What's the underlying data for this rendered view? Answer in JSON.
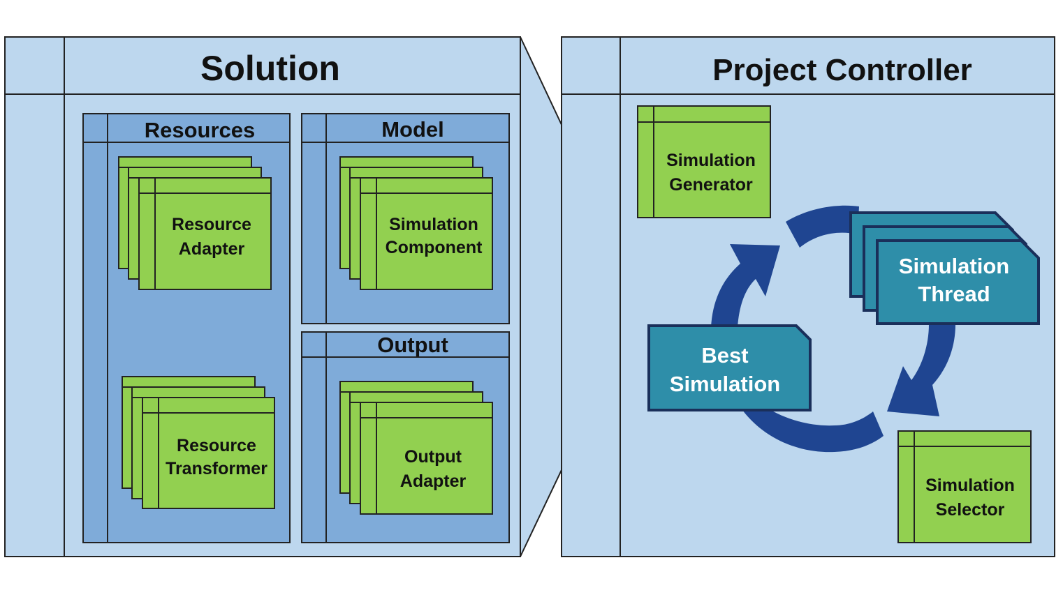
{
  "colors": {
    "outer_bg": "#bdd7ee",
    "group_bg": "#7fabd9",
    "component_fill": "#92d050",
    "thread_fill": "#2e8ea9",
    "arrow_fill": "#1f4591",
    "stroke": "#222222"
  },
  "solution": {
    "title": "Solution",
    "resources": {
      "title": "Resources",
      "resource_adapter": [
        "Resource",
        "Adapter"
      ],
      "resource_transformer": [
        "Resource",
        "Transformer"
      ]
    },
    "model": {
      "title": "Model",
      "simulation_component": [
        "Simulation",
        "Component"
      ]
    },
    "output": {
      "title": "Output",
      "output_adapter": [
        "Output",
        "Adapter"
      ]
    }
  },
  "project_controller": {
    "title": "Project Controller",
    "simulation_generator": [
      "Simulation",
      "Generator"
    ],
    "simulation_thread": [
      "Simulation",
      "Thread"
    ],
    "best_simulation": [
      "Best",
      "Simulation"
    ],
    "simulation_selector": [
      "Simulation",
      "Selector"
    ]
  },
  "icons": [
    "cycle-arrow-icon",
    "cycle-arrow-icon",
    "cycle-arrow-icon"
  ]
}
